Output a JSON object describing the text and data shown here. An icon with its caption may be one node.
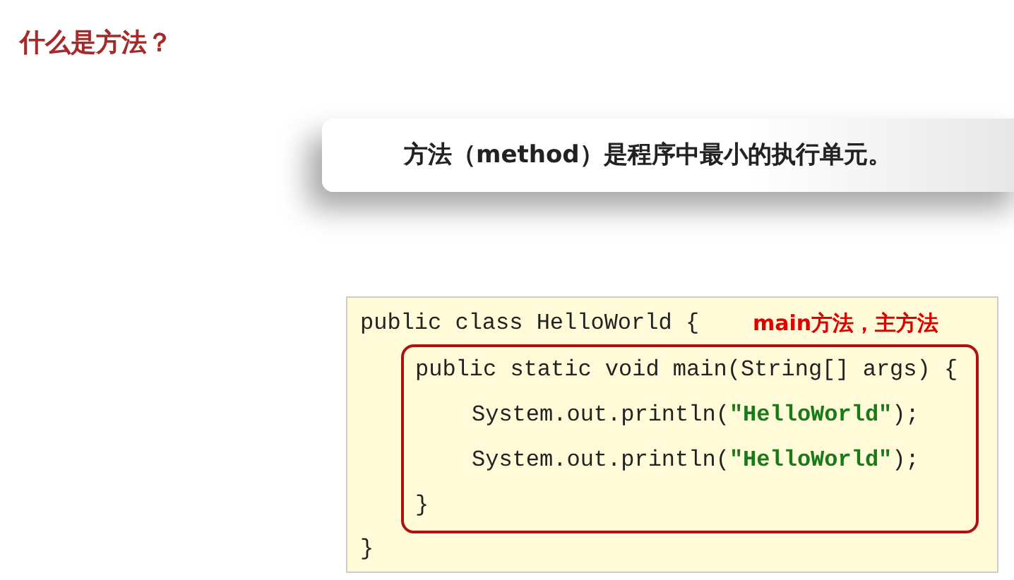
{
  "diagram": {
    "title": "什么是方法？",
    "nodes": [
      {
        "text": [
          "方法（method）是程序中最小的执行单元。"
        ]
      },
      {
        "text": [
          "public class HelloWorld {",
          "}"
        ]
      },
      {
        "text": [
          "public static void main(String[] args) {",
          "System.out.println(**\"HelloWorld\"**);",
          "System.out.println(**\"HelloWorld\"**);",
          "}"
        ],
        "in": 1,
        "beside": [
          "main方法，主方法"
        ]
      }
    ],
    "edges": []
  }
}
